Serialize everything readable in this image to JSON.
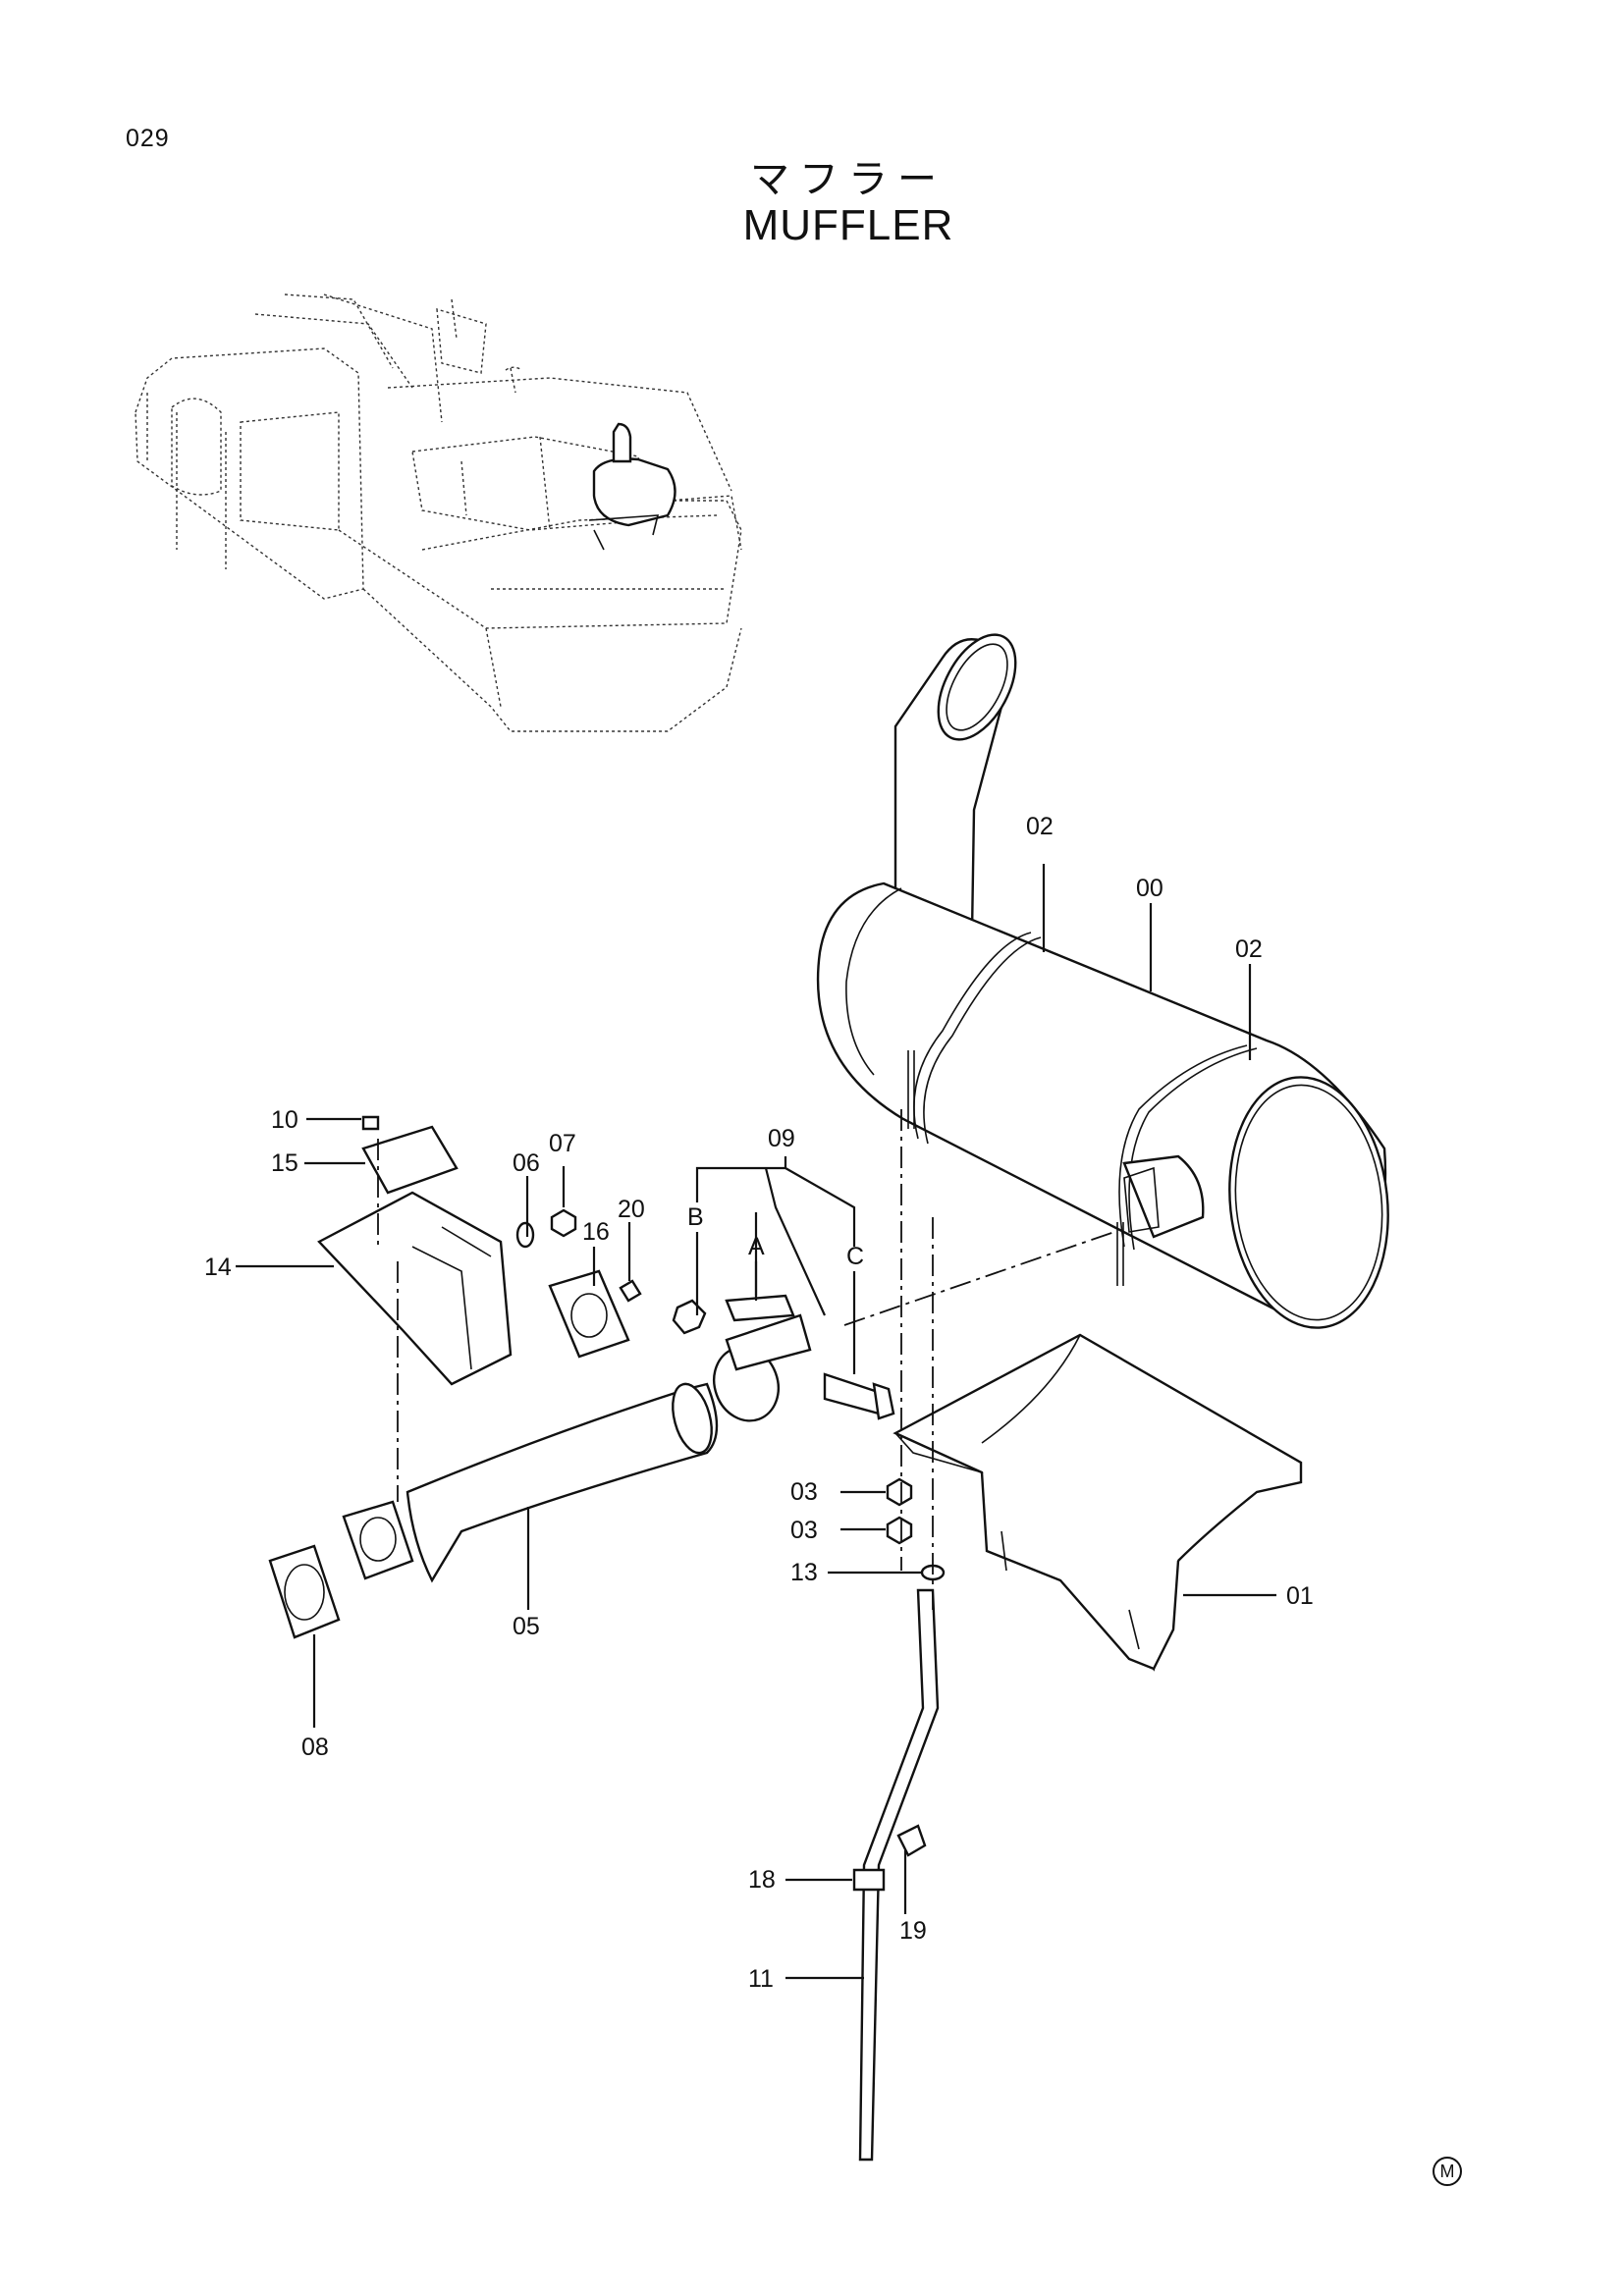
{
  "page": {
    "number": "029",
    "title_jp": "マフラー",
    "title_en": "MUFFLER",
    "mark": "M"
  },
  "callouts": {
    "c00": "00",
    "c01": "01",
    "c02a": "02",
    "c02b": "02",
    "c03a": "03",
    "c03b": "03",
    "c05": "05",
    "c06": "06",
    "c07": "07",
    "c08": "08",
    "c09": "09",
    "c10": "10",
    "c11": "11",
    "c13": "13",
    "c14": "14",
    "c15": "15",
    "c16": "16",
    "c18": "18",
    "c19": "19",
    "c20": "20",
    "cA": "A",
    "cB": "B",
    "cC": "C"
  }
}
